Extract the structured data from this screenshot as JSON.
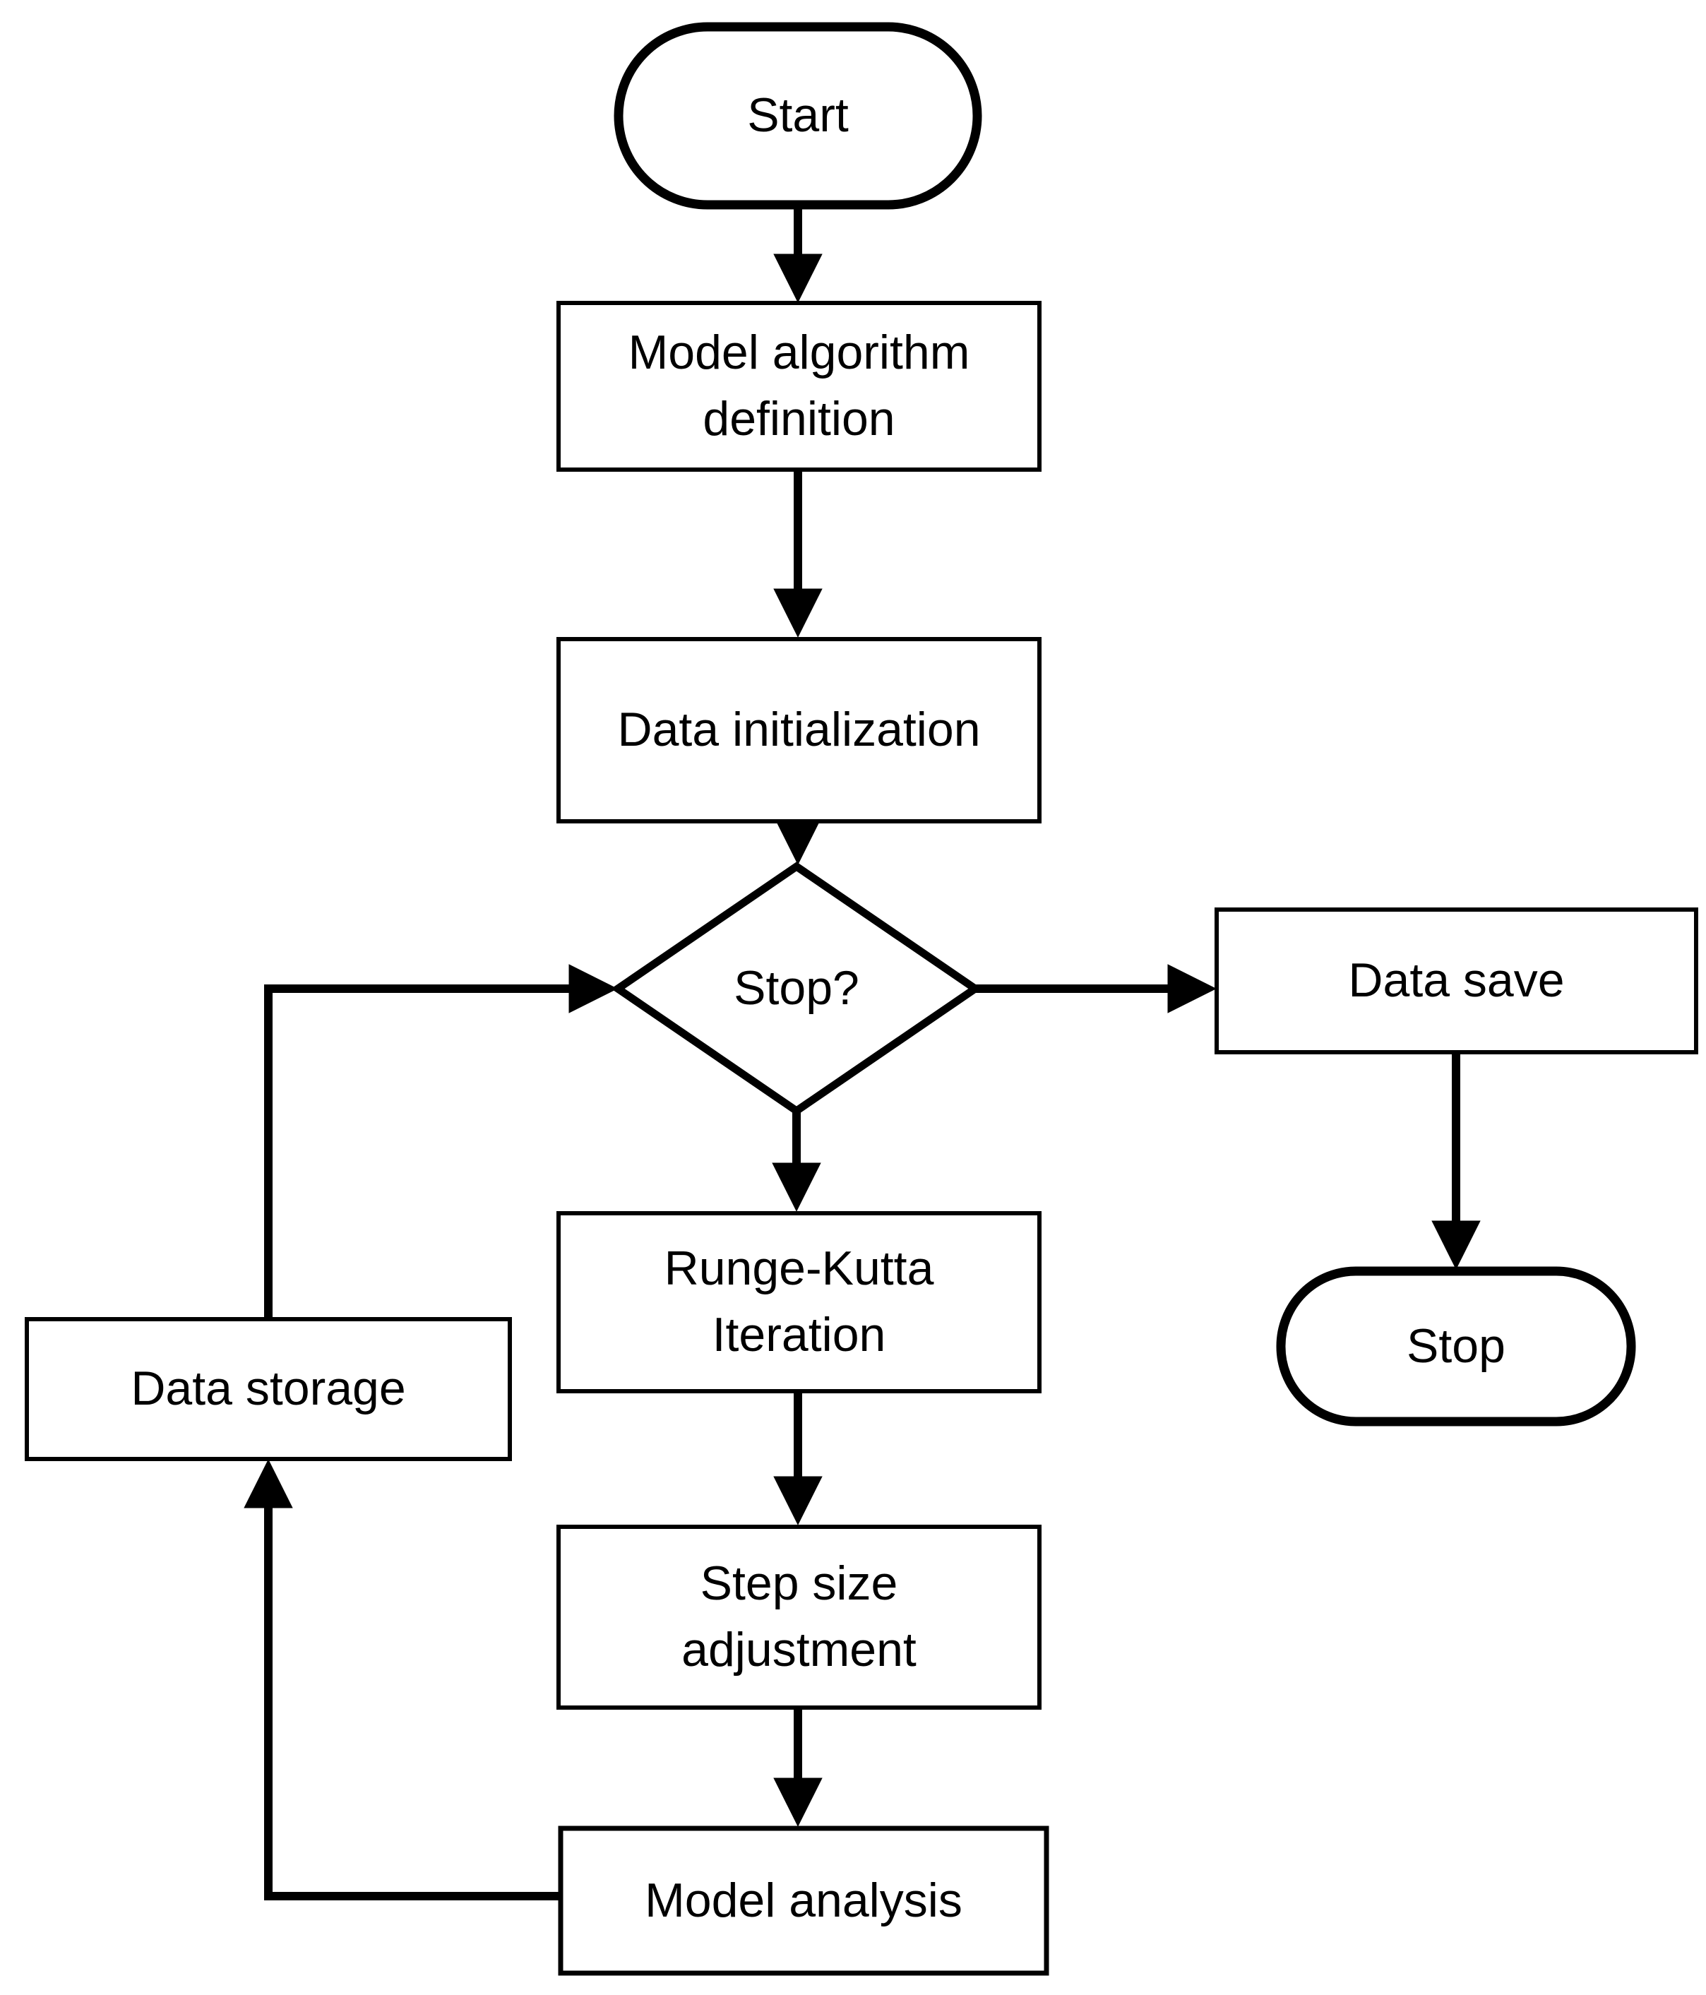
{
  "diagram": {
    "type": "flowchart",
    "colors": {
      "stroke": "#000000",
      "node_fill": "#ffffff",
      "text": "#000000",
      "background": "#ffffff"
    },
    "nodes": [
      {
        "id": "start",
        "shape": "stadium",
        "label": "Start"
      },
      {
        "id": "model-algorithm-definition",
        "shape": "process",
        "label": "Model algorithm definition"
      },
      {
        "id": "data-initialization",
        "shape": "process",
        "label": "Data initialization"
      },
      {
        "id": "stop-decision",
        "shape": "decision",
        "label": "Stop?"
      },
      {
        "id": "data-save",
        "shape": "process",
        "label": "Data save"
      },
      {
        "id": "stop",
        "shape": "stadium",
        "label": "Stop"
      },
      {
        "id": "runge-kutta-iteration",
        "shape": "process",
        "label": "Runge-Kutta Iteration"
      },
      {
        "id": "step-size-adjustment",
        "shape": "process",
        "label": "Step size adjustment"
      },
      {
        "id": "model-analysis",
        "shape": "process",
        "label": "Model analysis"
      },
      {
        "id": "data-storage",
        "shape": "process",
        "label": "Data storage"
      }
    ],
    "edges": [
      {
        "from": "start",
        "to": "model-algorithm-definition",
        "direction": "down"
      },
      {
        "from": "model-algorithm-definition",
        "to": "data-initialization",
        "direction": "down"
      },
      {
        "from": "data-initialization",
        "to": "stop-decision",
        "direction": "down"
      },
      {
        "from": "stop-decision",
        "to": "data-save",
        "direction": "right"
      },
      {
        "from": "data-save",
        "to": "stop",
        "direction": "down"
      },
      {
        "from": "stop-decision",
        "to": "runge-kutta-iteration",
        "direction": "down"
      },
      {
        "from": "runge-kutta-iteration",
        "to": "step-size-adjustment",
        "direction": "down"
      },
      {
        "from": "step-size-adjustment",
        "to": "model-analysis",
        "direction": "down"
      },
      {
        "from": "model-analysis",
        "to": "data-storage",
        "direction": "left-up"
      },
      {
        "from": "data-storage",
        "to": "stop-decision",
        "direction": "up-right"
      }
    ]
  }
}
